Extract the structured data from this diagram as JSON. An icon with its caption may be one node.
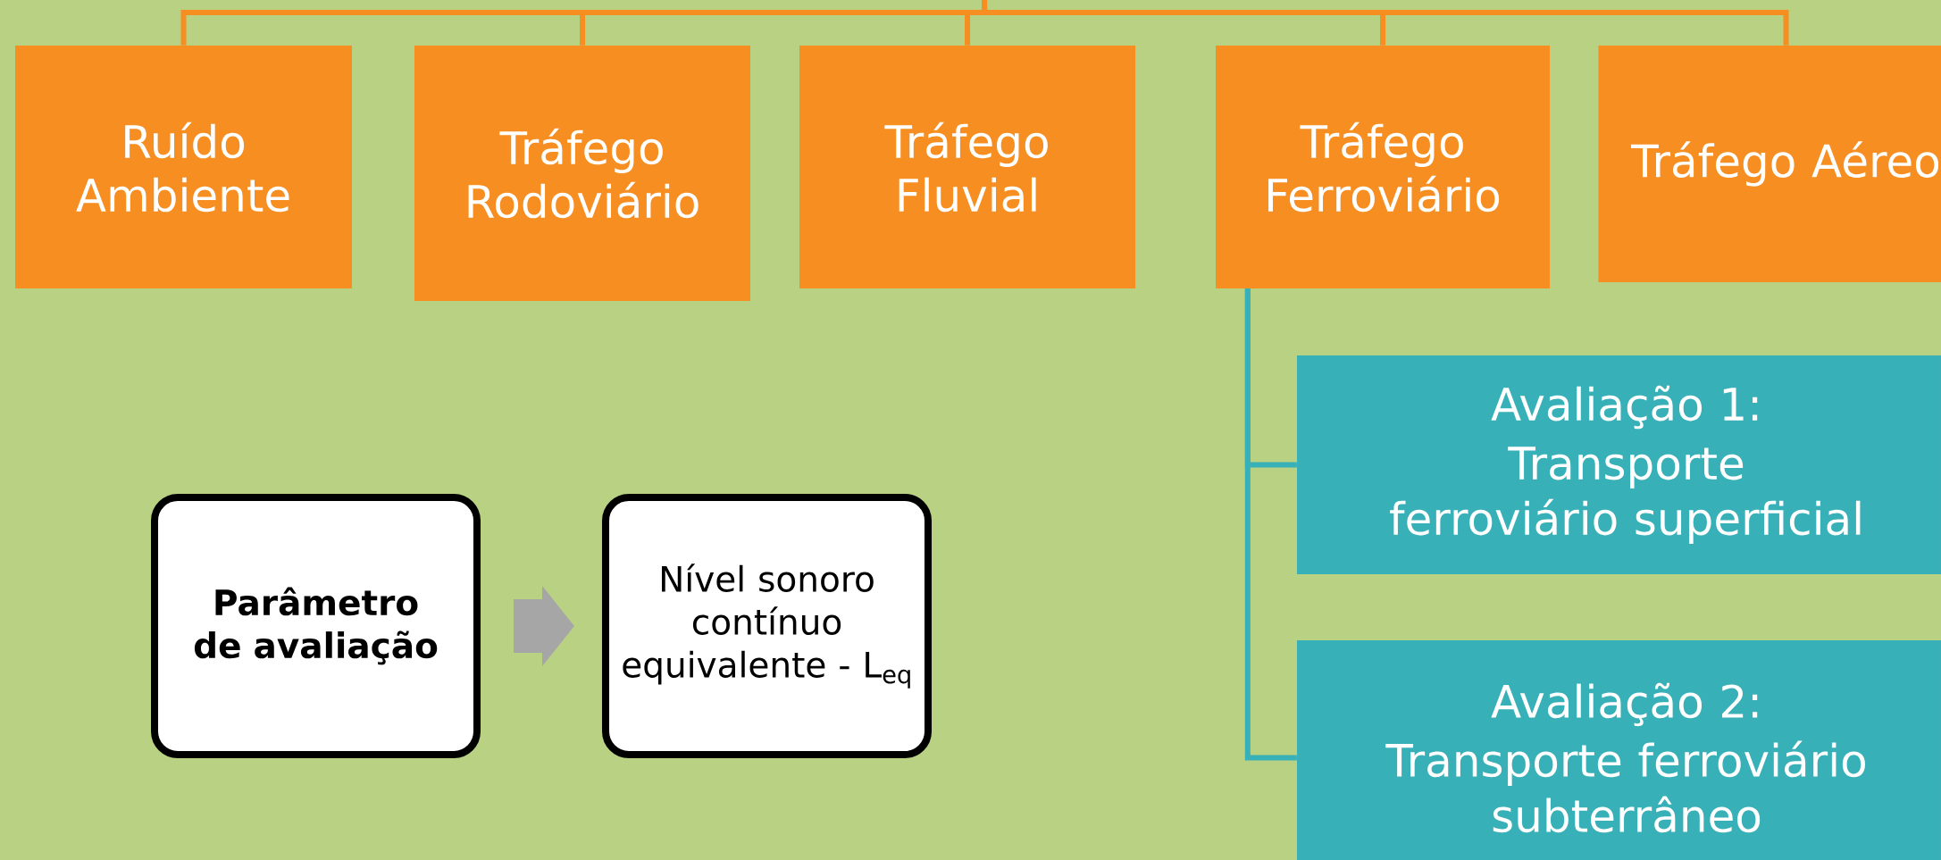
{
  "diagram": {
    "nodes": [
      {
        "text": [
          "Ruído Ambiente"
        ]
      },
      {
        "text": [
          "Tráfego Rodoviário"
        ]
      },
      {
        "text": [
          "Tráfego Fluvial"
        ]
      },
      {
        "text": [
          "Tráfego Ferroviário"
        ]
      },
      {
        "text": [
          "Tráfego Aéreo"
        ]
      },
      {
        "text": [
          "Avaliação 1:",
          "Transporte ferroviário superficial"
        ]
      },
      {
        "text": [
          "Avaliação 2:",
          "Transporte ferroviário subterrâneo"
        ]
      },
      {
        "text": [
          "**Parâmetro de avaliação**"
        ]
      },
      {
        "text": [
          "Nível sonoro contínuo equivalente - L$_{eq}$"
        ]
      }
    ],
    "edges": [
      {
        "from": null,
        "to": 0,
        "arrow": "none"
      },
      {
        "from": null,
        "to": 1,
        "arrow": "none"
      },
      {
        "from": null,
        "to": 2,
        "arrow": "none"
      },
      {
        "from": null,
        "to": 3,
        "arrow": "none"
      },
      {
        "from": null,
        "to": 4,
        "arrow": "none"
      },
      {
        "from": 3,
        "to": 5,
        "arrow": "none",
        "color": "#38b0b7"
      },
      {
        "from": 3,
        "to": 6,
        "arrow": "none",
        "color": "#38b0b7"
      },
      {
        "from": 7,
        "to": 8,
        "arrow": "to",
        "style": "thick",
        "color": "#a6a6a6"
      }
    ]
  }
}
